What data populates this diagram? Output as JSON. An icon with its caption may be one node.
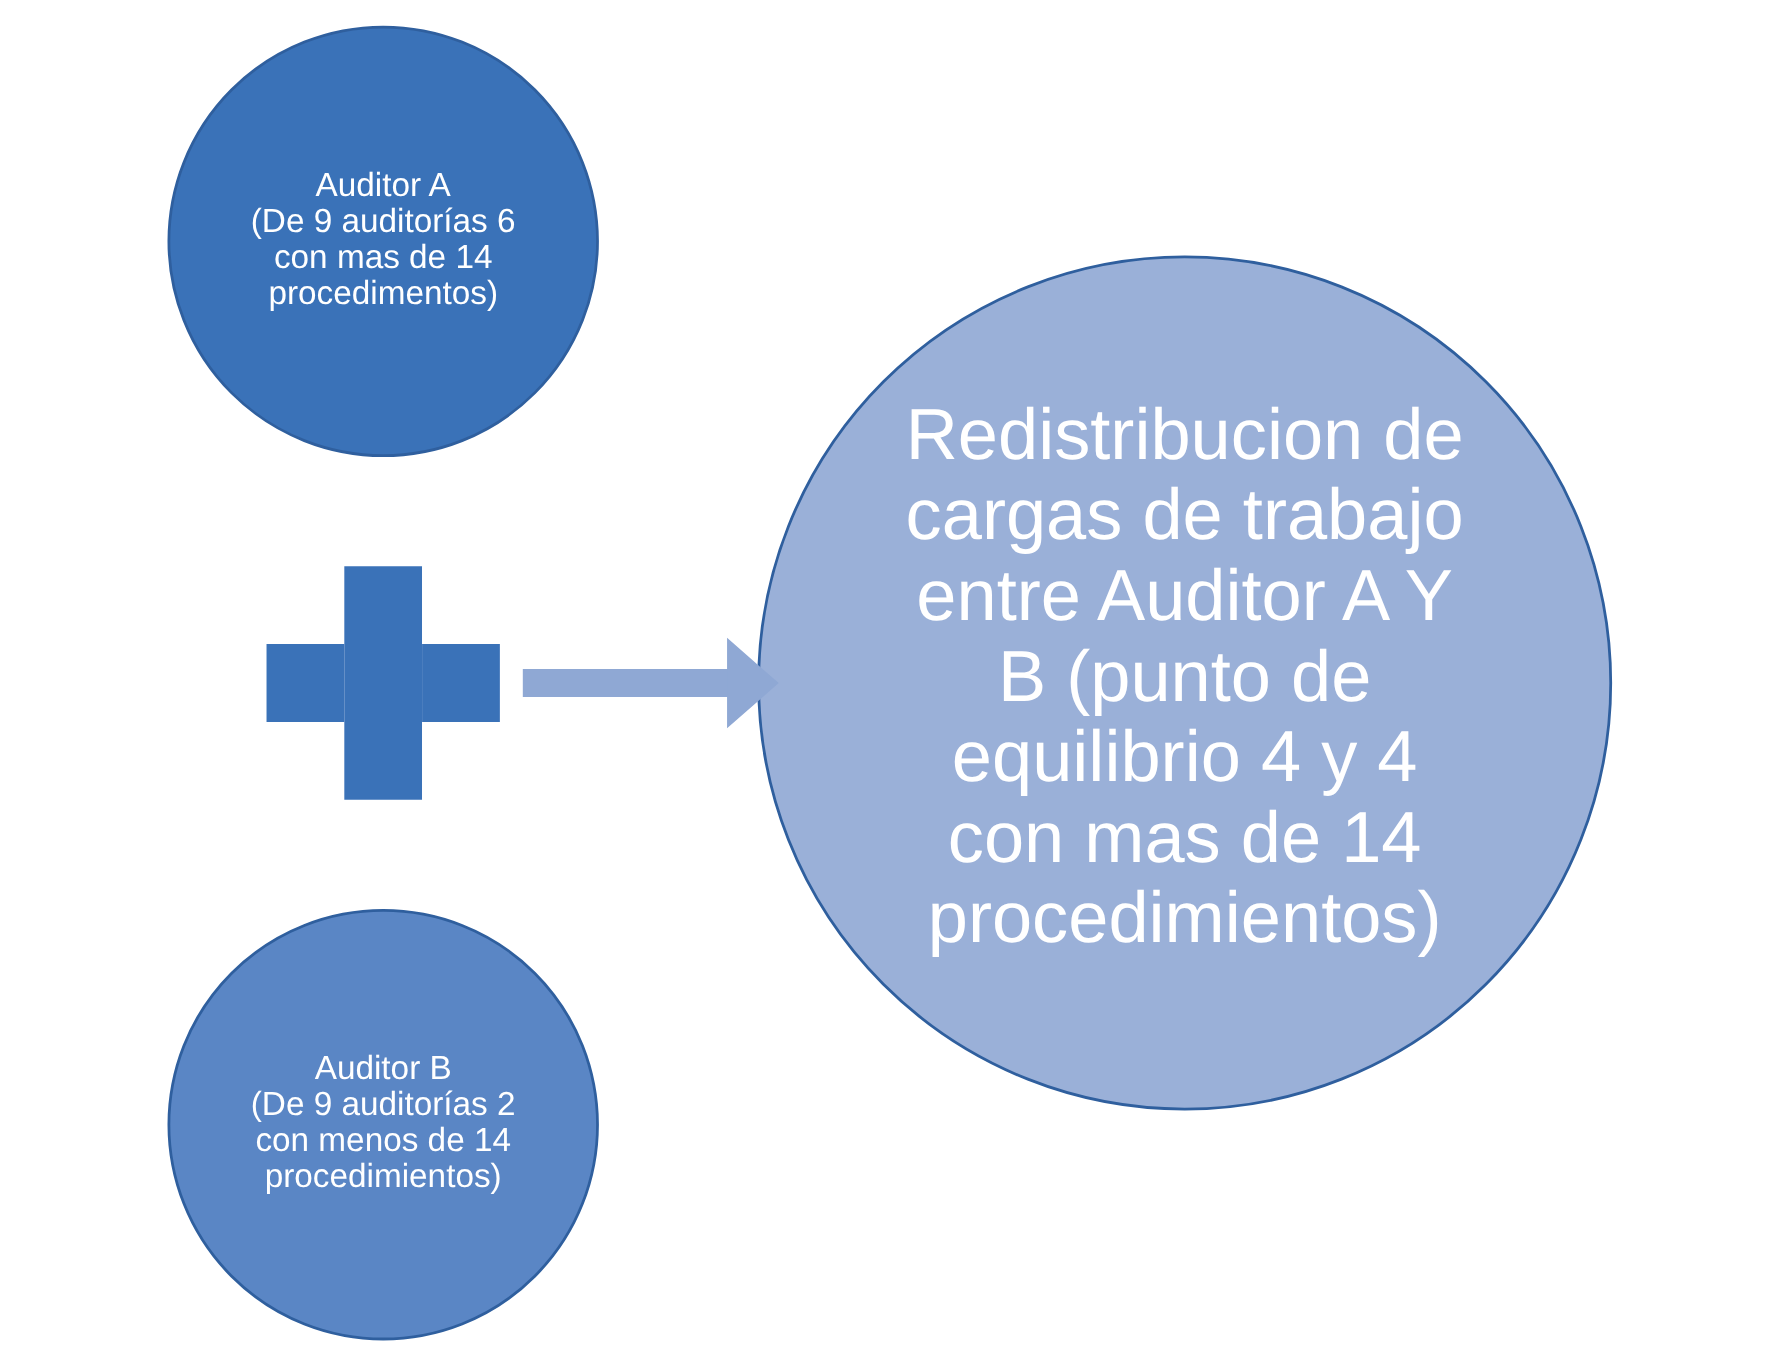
{
  "diagram": {
    "nodes": [
      {
        "text": [
          "Auditor A",
          "(De 9 auditorías 6 con mas de 14 procedimentos)"
        ]
      },
      {
        "text": [],
        "shape": "plus"
      },
      {
        "text": [
          "Auditor B",
          "(De 9 auditorías 2 con menos de 14 procedimientos)"
        ]
      },
      {
        "text": [
          "Redistribucion de cargas de trabajo entre Auditor A Y B (punto de equilibrio 4 y 4 con mas de 14 procedimientos)"
        ]
      }
    ],
    "edges": [
      {
        "from": 1,
        "to": 3,
        "arrow": "to"
      }
    ]
  }
}
